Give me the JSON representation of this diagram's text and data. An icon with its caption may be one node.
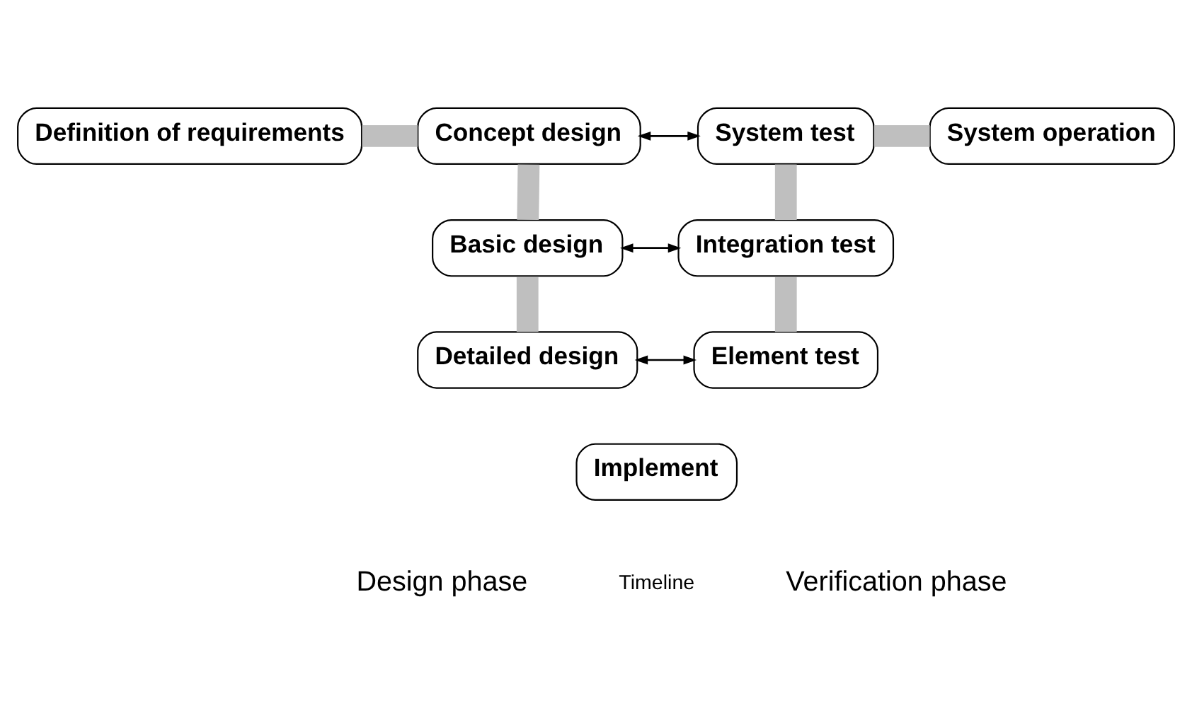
{
  "diagram": {
    "nodes": [
      {
        "text": [
          "Definition of requirements"
        ]
      },
      {
        "text": [
          "Concept design"
        ]
      },
      {
        "text": [
          "System test"
        ]
      },
      {
        "text": [
          "System operation"
        ]
      },
      {
        "text": [
          "Basic design"
        ]
      },
      {
        "text": [
          "Integration test"
        ]
      },
      {
        "text": [
          "Detailed design"
        ]
      },
      {
        "text": [
          "Element test"
        ]
      },
      {
        "text": [
          "Implement"
        ]
      }
    ],
    "edges": [
      {
        "from": 0,
        "to": 1,
        "arrow": "none"
      },
      {
        "from": 1,
        "to": 4,
        "arrow": "none"
      },
      {
        "from": 4,
        "to": 6,
        "arrow": "none"
      },
      {
        "from": 7,
        "to": 5,
        "arrow": "none"
      },
      {
        "from": 5,
        "to": 2,
        "arrow": "none"
      },
      {
        "from": 2,
        "to": 3,
        "arrow": "none"
      },
      {
        "from": 1,
        "to": 2,
        "arrow": "both",
        "color": "#000000"
      },
      {
        "from": 4,
        "to": 5,
        "arrow": "both",
        "color": "#000000"
      },
      {
        "from": 6,
        "to": 7,
        "arrow": "both",
        "color": "#000000"
      }
    ],
    "labels": [
      "Timeline",
      "Design phase",
      "Verification phase"
    ]
  }
}
